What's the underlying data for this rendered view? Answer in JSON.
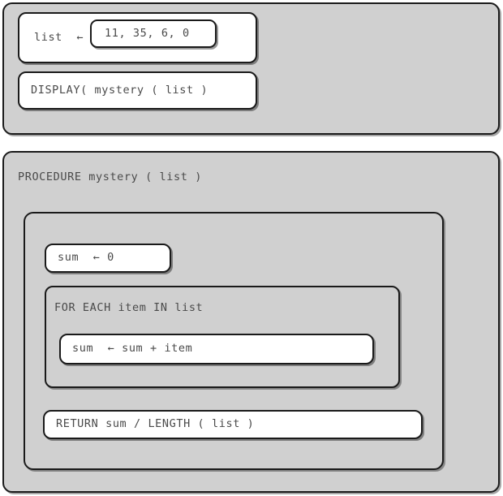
{
  "diagram": {
    "type": "pseudocode-block-diagram",
    "background_color": "#ffffff",
    "panel_color": "#d0d0d0",
    "statement_color": "#ffffff",
    "border_color": "#1a1a1a",
    "text_color": "#4a4a4a"
  },
  "main_program": {
    "assignment": {
      "target_label": "list  ←",
      "value": "11, 35, 6, 0"
    },
    "display_statement": "DISPLAY( mystery ( list )"
  },
  "procedure": {
    "header": "PROCEDURE mystery ( list )",
    "initialize_statement": "sum  ← 0",
    "loop": {
      "header": "FOR EACH item IN list",
      "body_statement": "sum  ← sum + item"
    },
    "return_statement": "RETURN sum / LENGTH ( list )"
  }
}
